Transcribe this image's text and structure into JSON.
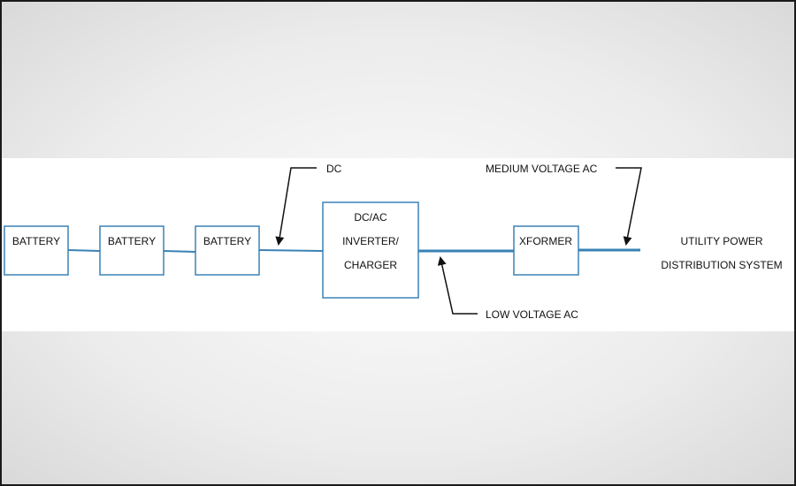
{
  "colors": {
    "line": "#3a82b5",
    "box_border": "#3a82b5",
    "arrow": "#111111",
    "band": "#ffffff"
  },
  "blocks": [
    {
      "id": "battery-1",
      "lines": [
        "BATTERY"
      ]
    },
    {
      "id": "battery-2",
      "lines": [
        "BATTERY"
      ]
    },
    {
      "id": "battery-3",
      "lines": [
        "BATTERY"
      ]
    },
    {
      "id": "inverter",
      "lines": [
        "DC/AC",
        "INVERTER/",
        "CHARGER"
      ]
    },
    {
      "id": "xformer",
      "lines": [
        "XFORMER"
      ]
    }
  ],
  "destination": [
    "UTILITY POWER",
    "DISTRIBUTION SYSTEM"
  ],
  "callouts": {
    "dc": "DC",
    "medium_voltage_ac": "MEDIUM VOLTAGE AC",
    "low_voltage_ac": "LOW VOLTAGE AC"
  }
}
